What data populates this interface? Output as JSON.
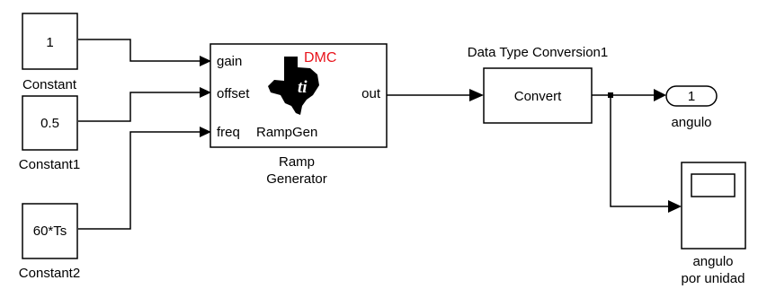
{
  "blocks": {
    "constant": {
      "value": "1",
      "name": "Constant"
    },
    "constant1": {
      "value": "0.5",
      "name": "Constant1"
    },
    "constant2": {
      "value": "60*Ts",
      "name": "Constant2"
    },
    "ramp_generator": {
      "port_gain": "gain",
      "port_offset": "offset",
      "port_freq": "freq",
      "port_out": "out",
      "inner_title": "RampGen",
      "logo_text": "DMC",
      "name_line1": "Ramp",
      "name_line2": "Generator"
    },
    "data_type_conversion": {
      "title": "Data Type Conversion1",
      "text": "Convert"
    },
    "outport": {
      "number": "1",
      "name": "angulo"
    },
    "scope": {
      "name_line1": "angulo",
      "name_line2": "por unidad"
    }
  },
  "colors": {
    "logo_accent": "#e8141c",
    "line": "#000000",
    "block_fill": "#ffffff"
  }
}
